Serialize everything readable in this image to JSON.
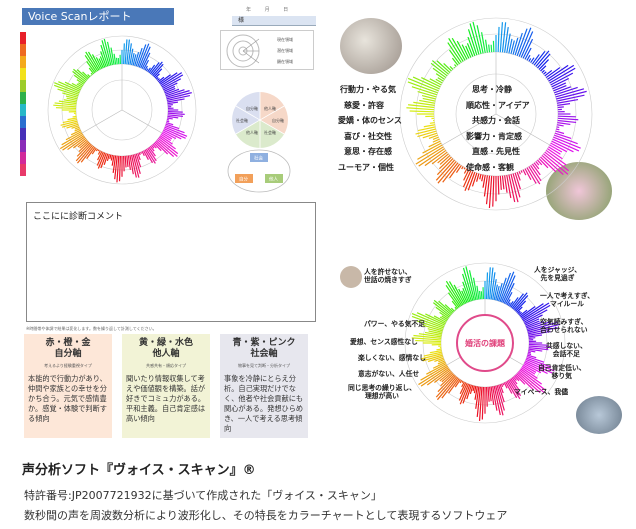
{
  "report": {
    "title": "Voice Scanレポート",
    "date_label": "年 月 日",
    "name_suffix": "様",
    "legend": [
      "現在領域",
      "潜在領域",
      "顕在領域"
    ],
    "pie_labels": [
      "自分軸",
      "他人軸",
      "社会軸",
      "自分軸",
      "他人軸",
      "社会軸"
    ],
    "tri_labels": [
      "社会",
      "自分",
      "他人"
    ],
    "comment_placeholder": "ここにに診断コメント",
    "note": "※時間帯や体調で結果は変化します。数を繰り返して計測してください。"
  },
  "axes": [
    {
      "title": "赤・橙・金\n自分軸",
      "subtitle": "考えるより経験重視タイプ",
      "desc": "本能的で行動力があり、仲間や家族との幸せを分かち合う。元気で感情豊か。感覚・体験で判断する傾向",
      "color": "#fde7d8"
    },
    {
      "title": "黄・緑・水色\n他人軸",
      "subtitle": "共感共有・順応タイプ",
      "desc": "聞いたり情報収集して考えや価値観を構築。話が好きでコミュ力がある。平和主義。自己肯定感は高い傾向",
      "color": "#f2f3d6"
    },
    {
      "title": "青・紫・ピンク\n社会軸",
      "subtitle": "物事を見て判断・分析タイプ",
      "desc": "事象を冷静にとらえ分析。自己実現だけでなく、他者や社会貢献にも関心がある。発想ひらめき、一人で考える思考傾向",
      "color": "#e7e7ee"
    }
  ],
  "promo_top": {
    "left_keywords": [
      "行動力・やる気",
      "慈愛・許容",
      "愛嬌・体のセンス",
      "喜び・社交性",
      "意思・存在感",
      "ユーモア・個性"
    ],
    "right_keywords": [
      "思考・冷静",
      "順応性・アイデア",
      "共感力・会話",
      "影響力・肯定感",
      "直感・先見性",
      "使命感・客観"
    ]
  },
  "promo_bottom": {
    "center_label": "婚活の課題",
    "left_keywords": [
      "人を許せない、\n世話の焼きすぎ",
      "パワー、やる気不足",
      "愛想、センス感性なし",
      "楽しくない、感情なし",
      "意志がない、人任せ",
      "同じ思考の繰り返し、\n理想が高い"
    ],
    "right_keywords": [
      "人をジャッジ、\n先を見過ぎ",
      "一人で考えすぎ、\nマイルール",
      "空気読みすぎ、\n合わせられない",
      "共感しない、\n会話不足",
      "自己肯定低い、\n移り気",
      "マイペース、我儘"
    ]
  },
  "footer": {
    "title": "声分析ソフト『ヴォイス・スキャン』®",
    "line1": "特許番号:JP2007721932に基づいて作成された「ヴォイス・スキャン」",
    "line2": "数秒間の声を周波数分析により波形化し、その特長をカラーチャートとして表現するソフトウェア"
  }
}
